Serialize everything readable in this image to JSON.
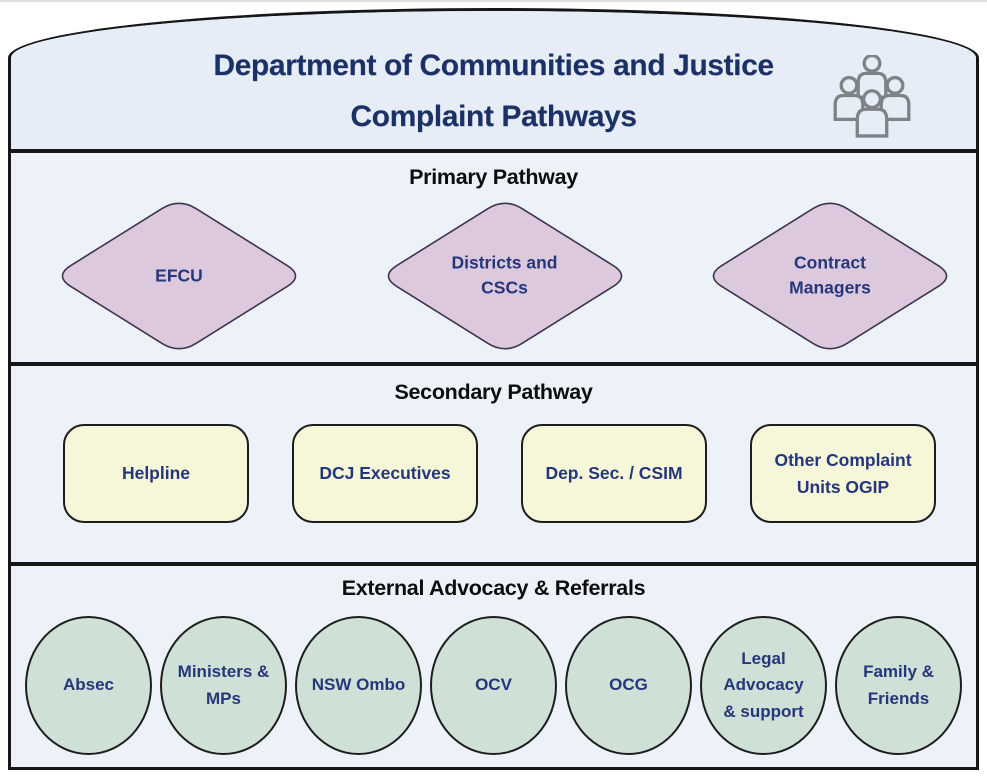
{
  "header": {
    "title_line1": "Department of Communities and Justice",
    "title_line2": "Complaint Pathways"
  },
  "sections": {
    "primary": {
      "heading": "Primary Pathway",
      "shape": "diamond",
      "nodes": [
        {
          "label": "EFCU"
        },
        {
          "label": "Districts and CSCs"
        },
        {
          "label": "Contract Managers"
        }
      ]
    },
    "secondary": {
      "heading": "Secondary Pathway",
      "shape": "rounded-rectangle",
      "nodes": [
        {
          "label": "Helpline"
        },
        {
          "label": "DCJ Executives"
        },
        {
          "label": "Dep. Sec. / CSIM"
        },
        {
          "label": "Other Complaint Units OGIP"
        }
      ]
    },
    "external": {
      "heading": "External Advocacy & Referrals",
      "shape": "ellipse",
      "nodes": [
        {
          "label": "Absec"
        },
        {
          "label": "Ministers & MPs"
        },
        {
          "label": "NSW Ombo"
        },
        {
          "label": "OCV"
        },
        {
          "label": "OCG"
        },
        {
          "label": "Legal Advocacy & support"
        },
        {
          "label": "Family & Friends"
        }
      ]
    }
  },
  "icons": {
    "people_group": "people-group-icon"
  },
  "colors": {
    "title_text": "#1b3166",
    "node_text": "#25367b",
    "heading_text": "#0d0d0d",
    "diamond_fill": "#ddc9dd",
    "rounded_box_fill": "#f6f6d8",
    "ellipse_fill": "#cfe0d6",
    "header_bg": "#e7edf6",
    "section_bg": "#edf2f9",
    "border": "#161616"
  }
}
